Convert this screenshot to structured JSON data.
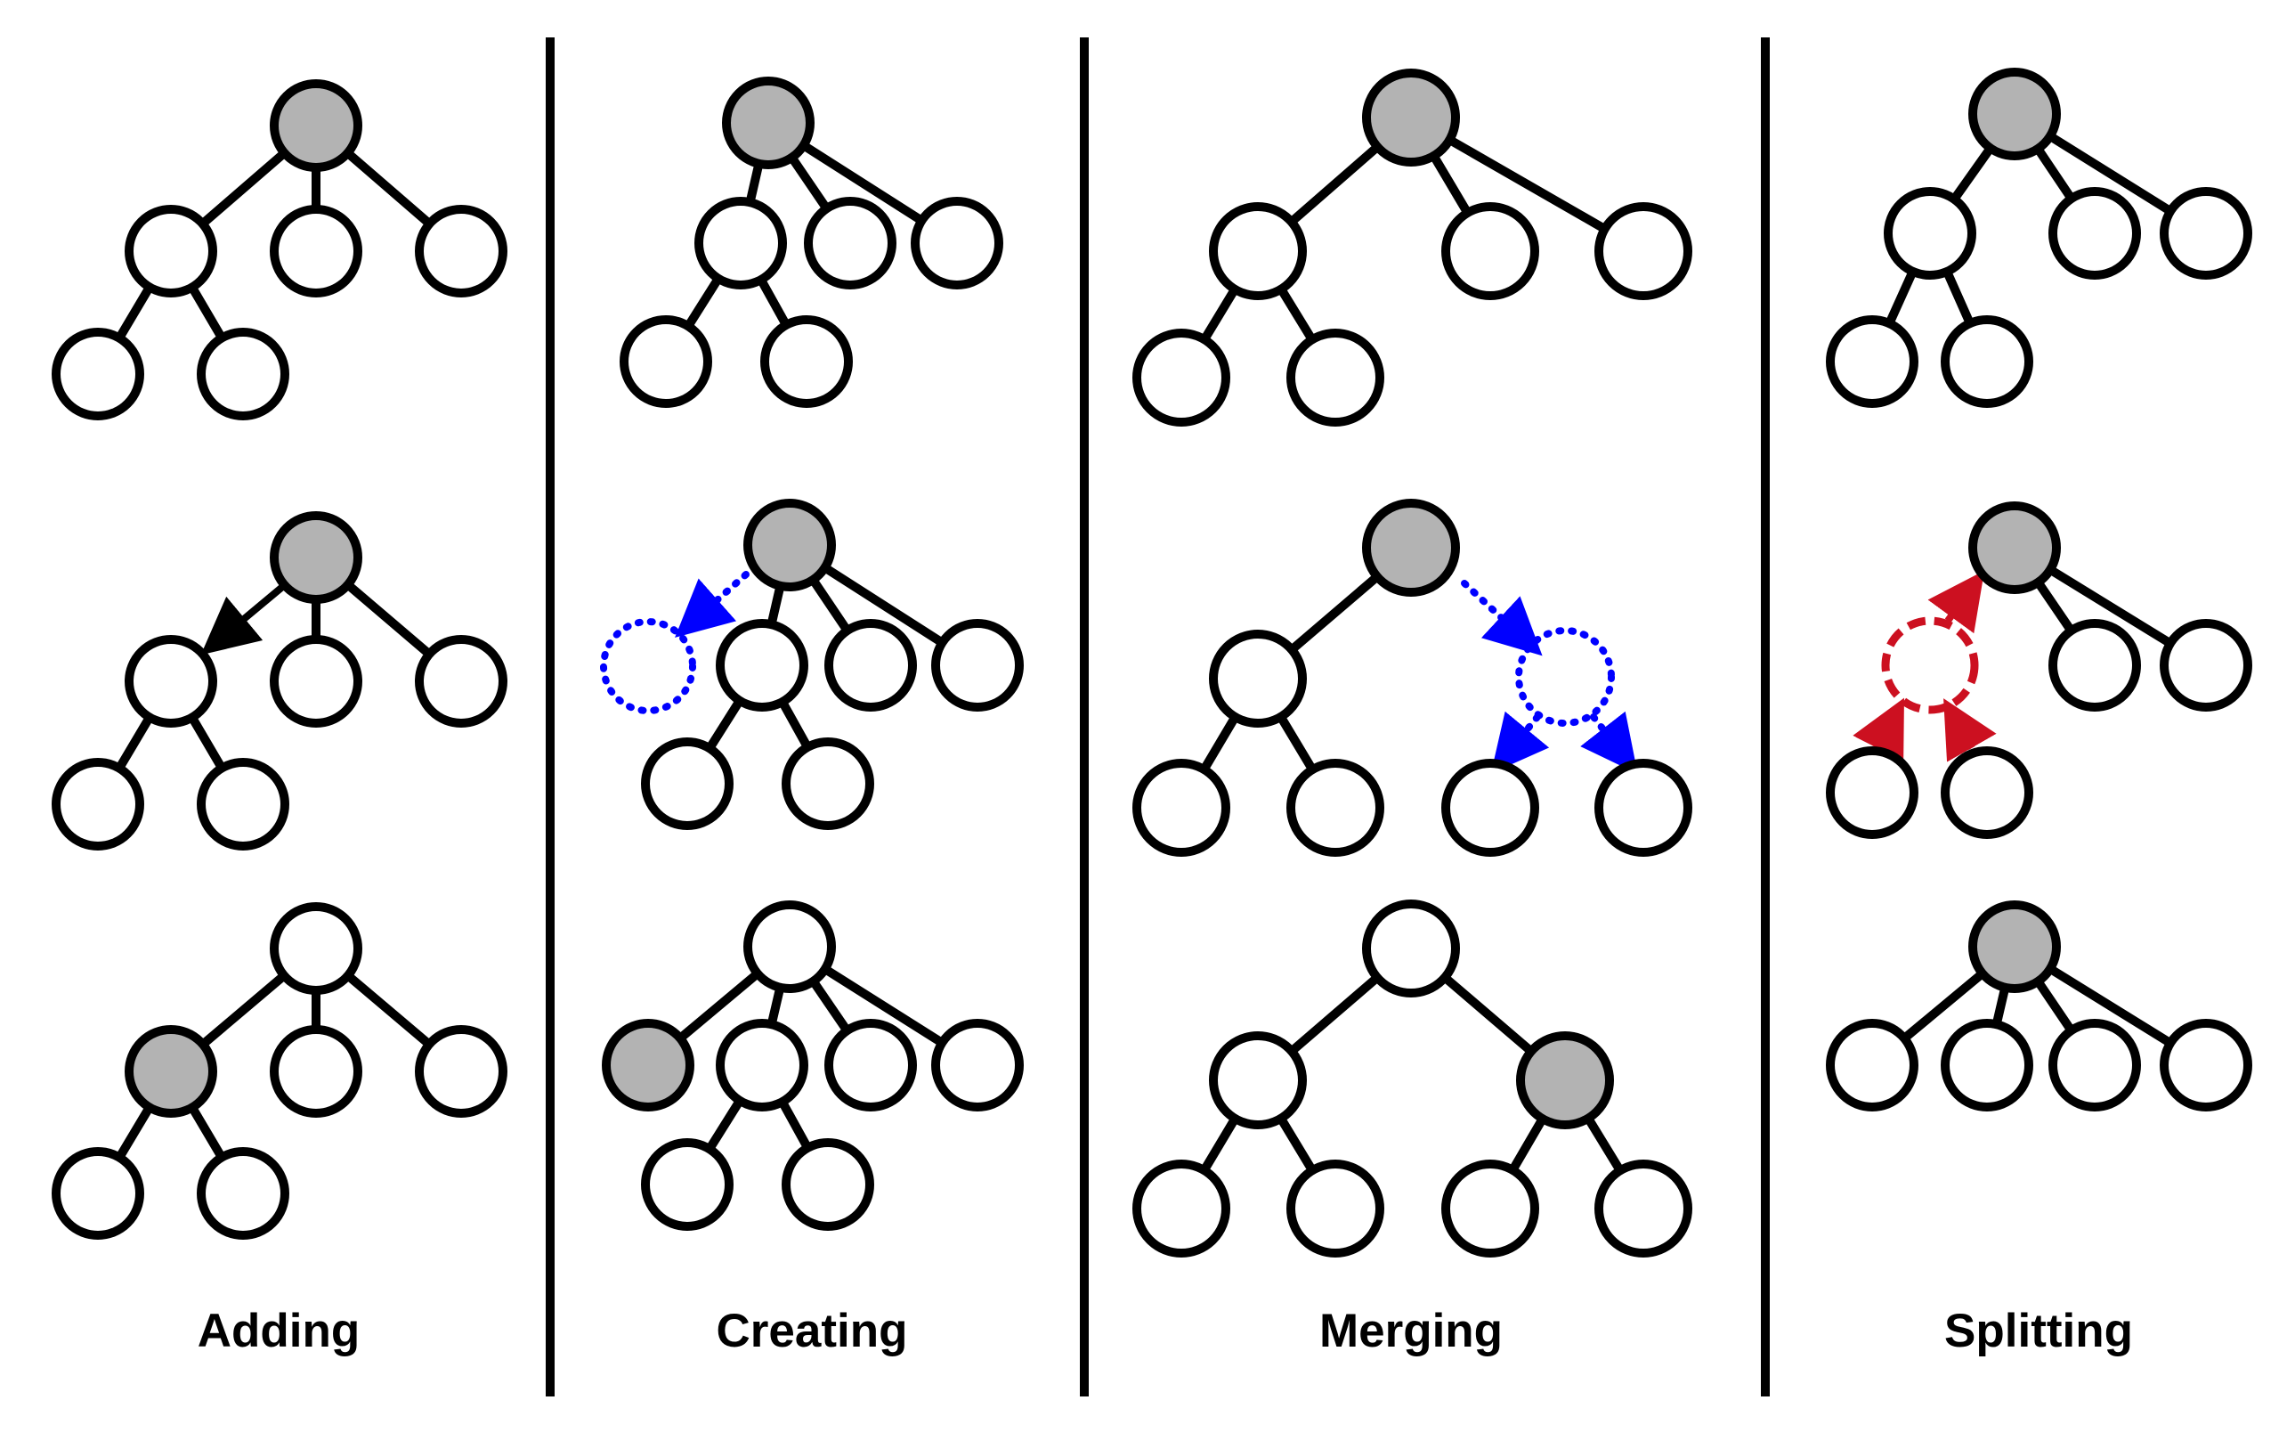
{
  "colors": {
    "stroke": "#000000",
    "node_fill": "#ffffff",
    "highlight_fill": "#b3b3b3",
    "blue_arrow": "#0000ff",
    "red_arrow": "#cc1020"
  },
  "panels": [
    {
      "id": "adding",
      "label": "Adding"
    },
    {
      "id": "creating",
      "label": "Creating"
    },
    {
      "id": "merging",
      "label": "Merging"
    },
    {
      "id": "splitting",
      "label": "Splitting"
    }
  ]
}
